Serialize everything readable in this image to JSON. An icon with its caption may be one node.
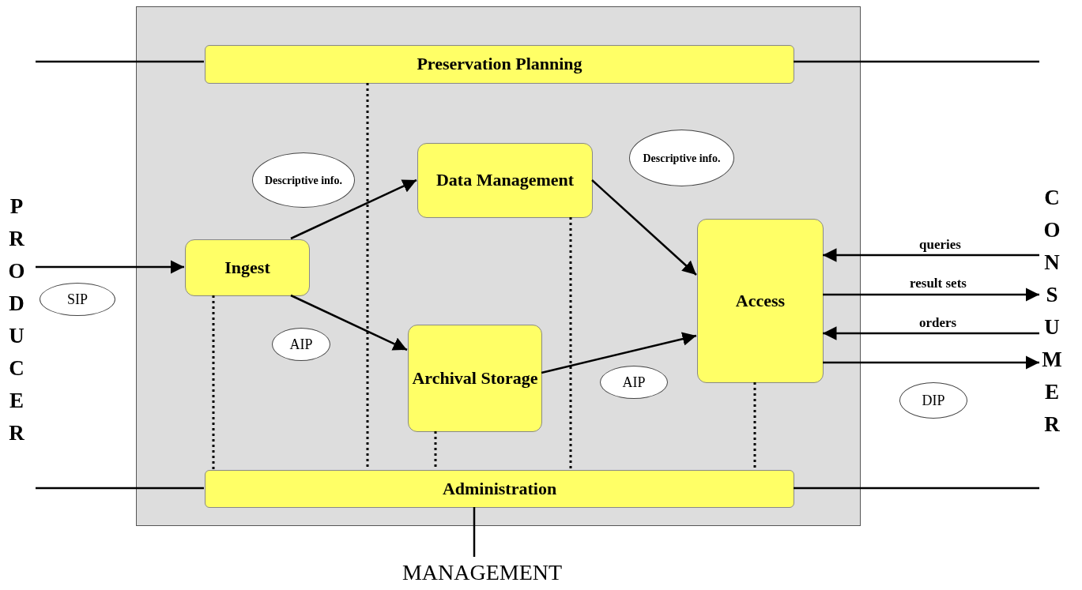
{
  "diagram": {
    "nodes": [
      {
        "text": [],
        "shape": "box"
      },
      {
        "text": [
          "Preservation Planning"
        ],
        "in": 0
      },
      {
        "text": [
          "Descriptive info."
        ],
        "in": 0
      },
      {
        "text": [
          "Data Management"
        ],
        "in": 0
      },
      {
        "text": [
          "Descriptive info."
        ],
        "in": 0
      },
      {
        "text": [
          "Ingest"
        ],
        "in": 0
      },
      {
        "text": [
          "Access"
        ],
        "in": 0
      },
      {
        "text": [
          "AIP"
        ],
        "in": 0
      },
      {
        "text": [
          "Archival Storage"
        ],
        "in": 0
      },
      {
        "text": [
          "AIP"
        ],
        "in": 0
      },
      {
        "text": [
          "Administration"
        ],
        "in": 0
      },
      {
        "text": [
          "PRODUCER"
        ]
      },
      {
        "text": [
          "SIP"
        ]
      },
      {
        "text": [
          "CONSUMER"
        ]
      },
      {
        "text": [
          "DIP"
        ]
      },
      {
        "text": [
          "MANAGEMENT"
        ]
      }
    ],
    "edges": [
      {
        "from": 11,
        "to": 5,
        "arrow": "to"
      },
      {
        "from": 5,
        "to": 3,
        "arrow": "to"
      },
      {
        "from": 5,
        "to": 8,
        "arrow": "to"
      },
      {
        "from": 3,
        "to": 6,
        "arrow": "to"
      },
      {
        "from": 8,
        "to": 6,
        "arrow": "to"
      },
      {
        "from": 13,
        "to": 6,
        "label": "queries",
        "arrow": "to"
      },
      {
        "from": 6,
        "to": 13,
        "label": "result sets",
        "arrow": "to"
      },
      {
        "from": 13,
        "to": 6,
        "label": "orders",
        "arrow": "to"
      },
      {
        "from": 6,
        "to": 13,
        "arrow": "to"
      },
      {
        "from": null,
        "to": 1,
        "arrow": "none"
      },
      {
        "from": 1,
        "to": null,
        "arrow": "none"
      },
      {
        "from": null,
        "to": 10,
        "arrow": "none"
      },
      {
        "from": 10,
        "to": null,
        "arrow": "none"
      },
      {
        "from": 1,
        "to": 10,
        "arrow": "none",
        "style": "dashed"
      },
      {
        "from": 5,
        "to": 10,
        "arrow": "none",
        "style": "dashed"
      },
      {
        "from": 3,
        "to": 10,
        "arrow": "none",
        "style": "dashed"
      },
      {
        "from": 8,
        "to": 10,
        "arrow": "none",
        "style": "dashed"
      },
      {
        "from": 6,
        "to": 10,
        "arrow": "none",
        "style": "dashed"
      },
      {
        "from": 10,
        "to": 15,
        "arrow": "none"
      }
    ]
  }
}
